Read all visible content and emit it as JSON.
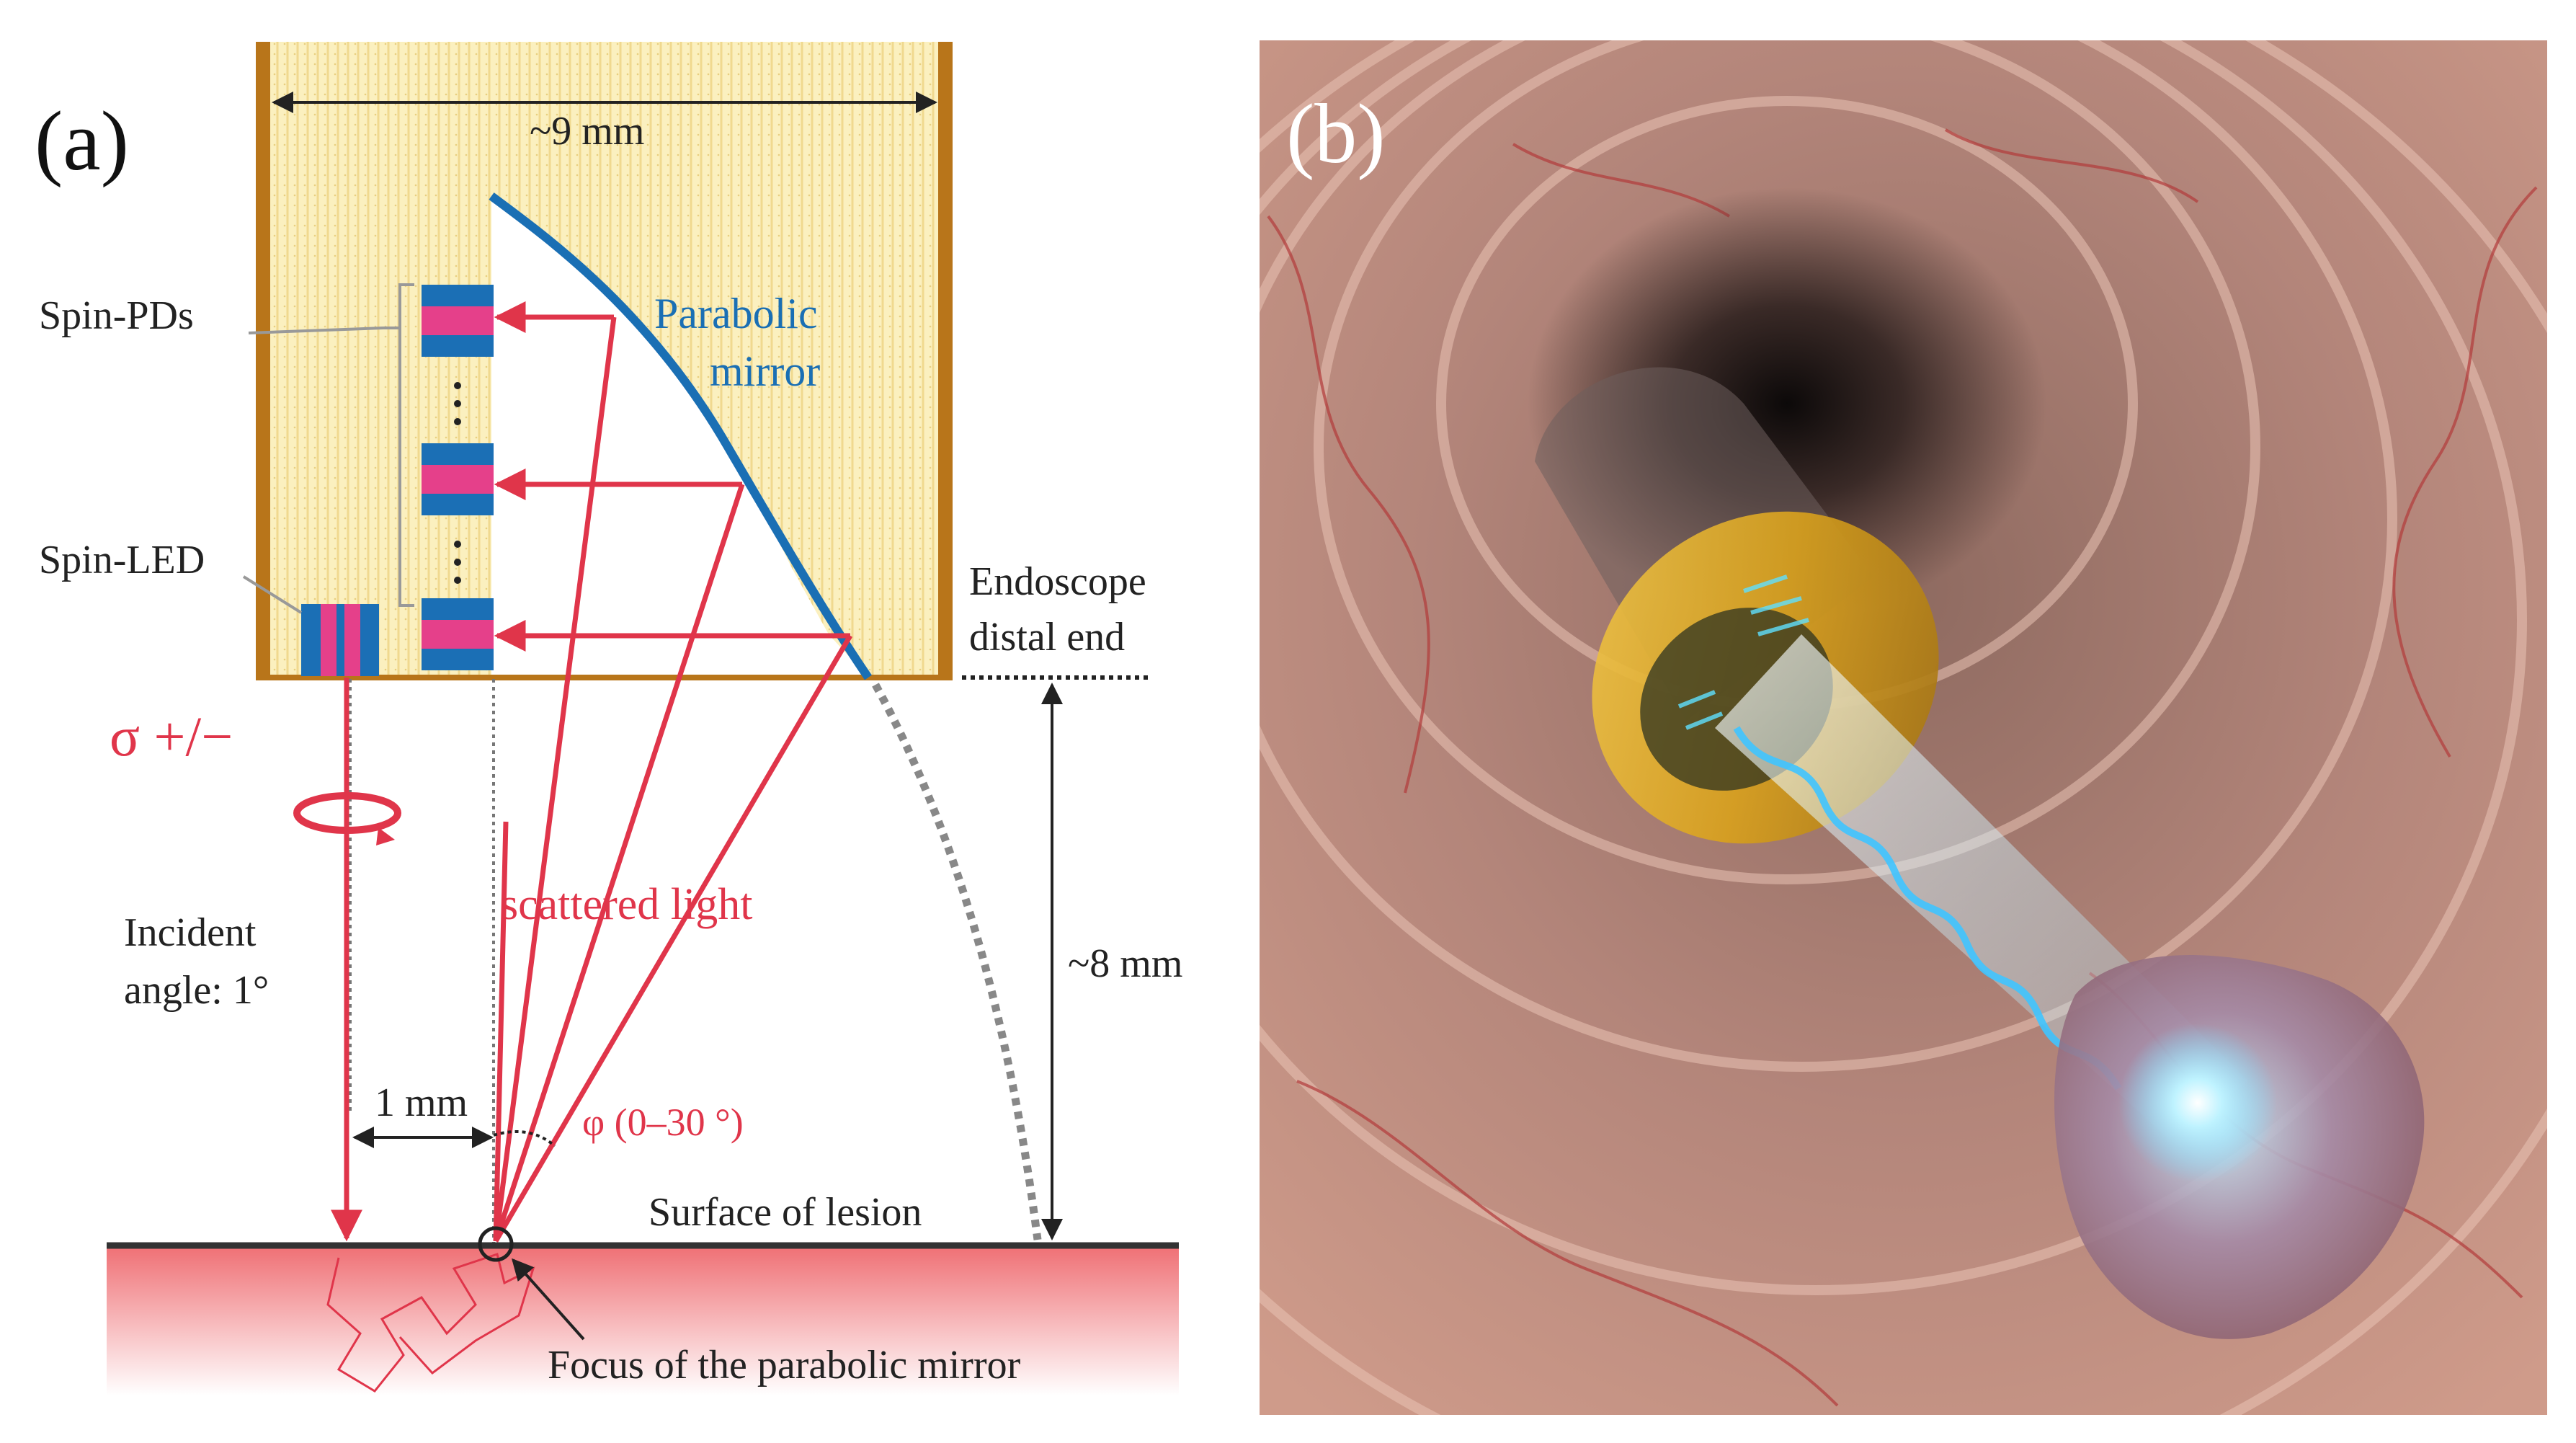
{
  "panel_a": {
    "label": "(a)",
    "width_label": "~9 mm",
    "spin_pds": "Spin-PDs",
    "spin_led": "Spin-LED",
    "mirror_line1": "Parabolic",
    "mirror_line2": "mirror",
    "endoscope_line1": "Endoscope",
    "endoscope_line2": "distal end",
    "sigma": "σ +/−",
    "incident_line1": "Incident",
    "incident_line2": "angle:  1°",
    "scattered": "scattered light",
    "height_label": "~8 mm",
    "one_mm": "1 mm",
    "phi": "φ (0–30 °)",
    "surface": "Surface of lesion",
    "focus": "Focus of the parabolic mirror"
  },
  "panel_b": {
    "label": "(b)"
  },
  "colors": {
    "wall": "#b8751a",
    "housing": "#fbf0bf",
    "mirror": "#1a6fb4",
    "light": "#e0354a",
    "pd_blue": "#1b6fb5",
    "pd_pink": "#e5408a",
    "tissue": "#ef6f74"
  }
}
